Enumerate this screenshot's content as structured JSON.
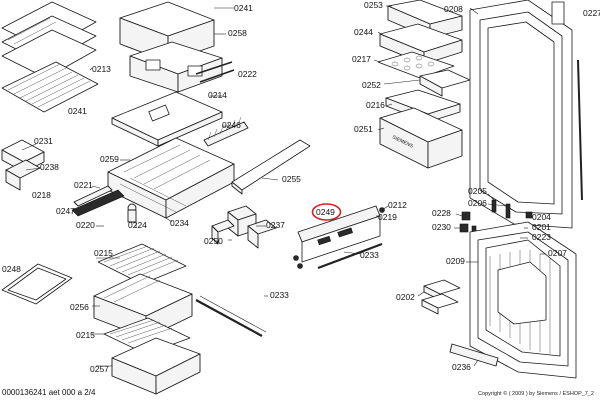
{
  "diagram": {
    "highlighted_part": "0249",
    "labels": {
      "p0213": "0213",
      "p0241a": "0241",
      "p0241b": "0241",
      "p0258": "0258",
      "p0222a": "0222",
      "p0214": "0214",
      "p0246": "0246",
      "p0231": "0231",
      "p0238": "0238",
      "p0218": "0218",
      "p0259": "0259",
      "p0221": "0221",
      "p0247": "0247",
      "p0220": "0220",
      "p0224": "0224",
      "p0234": "0234",
      "p0255": "0255",
      "p0237": "0237",
      "p0250": "0250",
      "p0249": "0249",
      "p0212": "0212",
      "p0219": "0219",
      "p0233a": "0233",
      "p0233b": "0233",
      "p0248": "0248",
      "p0215a": "0215",
      "p0256": "0256",
      "p0215b": "0215",
      "p0257": "0257",
      "p0253": "0253",
      "p0208": "0208",
      "p0227": "0227",
      "p0244": "0244",
      "p0217": "0217",
      "p0252": "0252",
      "p0216": "0216",
      "p0251": "0251",
      "p0205": "0205",
      "p0206": "0206",
      "p0228": "0228",
      "p0204": "0204",
      "p0201": "0201",
      "p0230": "0230",
      "p0223": "0223",
      "p0209": "0209",
      "p0207": "0207",
      "p0202": "0202",
      "p0236": "0236"
    },
    "door_bin_text": "SIEMENS"
  },
  "footer": {
    "document_id": "0000136241 aet 000 a 2/4",
    "copyright": "Copyright © ( 2009 ) by Siemens / ESHOP_7_2"
  }
}
